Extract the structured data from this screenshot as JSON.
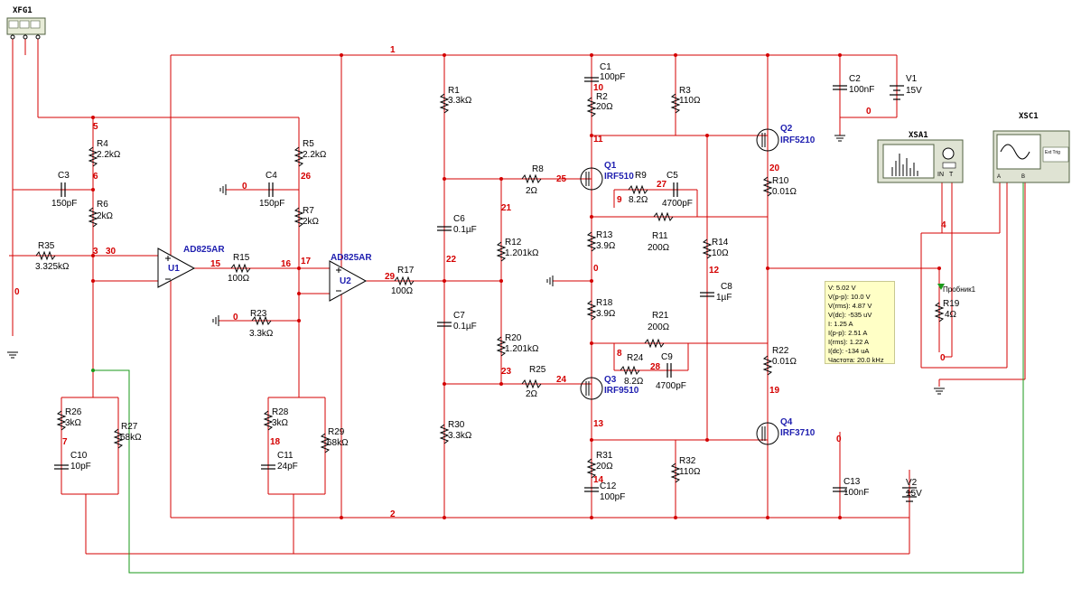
{
  "instruments": {
    "function_generator": "XFG1",
    "spectrum_analyzer": "XSA1",
    "oscilloscope": "XSC1",
    "analyzer_in": "IN",
    "analyzer_t": "T",
    "scope_a": "A",
    "scope_b": "B",
    "scope_ext": "Ext Trig"
  },
  "colors": {
    "wire": "#d40000",
    "net": "#d40000",
    "part": "#2020b0",
    "green_wire": "#1a9a1a",
    "probe_bg": "#ffffc6"
  },
  "nets": {
    "n1": "1",
    "n2": "2",
    "n0a": "0",
    "n0b": "0",
    "n0c": "0",
    "n0d": "0",
    "n0e": "0",
    "n0f": "0",
    "n0g": "0",
    "n3": "3",
    "n4": "4",
    "n5": "5",
    "n6": "6",
    "n7": "7",
    "n8": "8",
    "n9": "9",
    "n10": "10",
    "n11": "11",
    "n12": "12",
    "n13": "13",
    "n14": "14",
    "n15": "15",
    "n16": "16",
    "n17": "17",
    "n18": "18",
    "n19": "19",
    "n20": "20",
    "n21": "21",
    "n22": "22",
    "n23": "23",
    "n24": "24",
    "n25": "25",
    "n26": "26",
    "n27": "27",
    "n28": "28",
    "n29": "29",
    "n30": "30"
  },
  "opamps": {
    "u1": "U1",
    "u1_part": "AD825AR",
    "u2": "U2",
    "u2_part": "AD825AR"
  },
  "mosfets": {
    "q1": "Q1",
    "q1_part": "IRF510",
    "q2": "Q2",
    "q2_part": "IRF5210",
    "q3": "Q3",
    "q3_part": "IRF9510",
    "q4": "Q4",
    "q4_part": "IRF3710"
  },
  "components": {
    "r1": "R1",
    "r1v": "3.3kΩ",
    "r2": "R2",
    "r2v": "20Ω",
    "r3": "R3",
    "r3v": "110Ω",
    "r4": "R4",
    "r4v": "2.2kΩ",
    "r5": "R5",
    "r5v": "2.2kΩ",
    "r6": "R6",
    "r6v": "2kΩ",
    "r7": "R7",
    "r7v": "2kΩ",
    "r8": "R8",
    "r8v": "2Ω",
    "r9": "R9",
    "r9v": "8.2Ω",
    "r10": "R10",
    "r10v": "0.01Ω",
    "r11": "R11",
    "r11v": "200Ω",
    "r12": "R12",
    "r12v": "1.201kΩ",
    "r13": "R13",
    "r13v": "3.9Ω",
    "r14": "R14",
    "r14v": "10Ω",
    "r15": "R15",
    "r15v": "100Ω",
    "r17": "R17",
    "r17v": "100Ω",
    "r18": "R18",
    "r18v": "3.9Ω",
    "r19": "R19",
    "r19v": "4Ω",
    "r20": "R20",
    "r20v": "1.201kΩ",
    "r21": "R21",
    "r21v": "200Ω",
    "r22": "R22",
    "r22v": "0.01Ω",
    "r23": "R23",
    "r23v": "3.3kΩ",
    "r24": "R24",
    "r24v": "8.2Ω",
    "r25": "R25",
    "r25v": "2Ω",
    "r26": "R26",
    "r26v": "3kΩ",
    "r27": "R27",
    "r27v": "68kΩ",
    "r28": "R28",
    "r28v": "3kΩ",
    "r29": "R29",
    "r29v": "68kΩ",
    "r30": "R30",
    "r30v": "3.3kΩ",
    "r31": "R31",
    "r31v": "20Ω",
    "r32": "R32",
    "r32v": "110Ω",
    "r35": "R35",
    "r35v": "3.325kΩ",
    "c1": "C1",
    "c1v": "100pF",
    "c2": "C2",
    "c2v": "100nF",
    "c3": "C3",
    "c3v": "150pF",
    "c4": "C4",
    "c4v": "150pF",
    "c5": "C5",
    "c5v": "4700pF",
    "c6": "C6",
    "c6v": "0.1µF",
    "c7": "C7",
    "c7v": "0.1µF",
    "c8": "C8",
    "c8v": "1µF",
    "c9": "C9",
    "c9v": "4700pF",
    "c10": "C10",
    "c10v": "10pF",
    "c11": "C11",
    "c11v": "24pF",
    "c12": "C12",
    "c12v": "100pF",
    "c13": "C13",
    "c13v": "100nF",
    "v1": "V1",
    "v1v": "15V",
    "v2": "V2",
    "v2v": "15V"
  },
  "probe": {
    "name": "Пробник1",
    "lines": [
      "V:  5.02 V",
      "V(p-p):  10.0 V",
      "V(rms):  4.87 V",
      "V(dc):  -535 uV",
      "I:  1.25 A",
      "I(p-p):  2.51 A",
      "I(rms):  1.22 A",
      "I(dc):  -134 uA",
      "Частота:  20.0 kHz"
    ]
  }
}
